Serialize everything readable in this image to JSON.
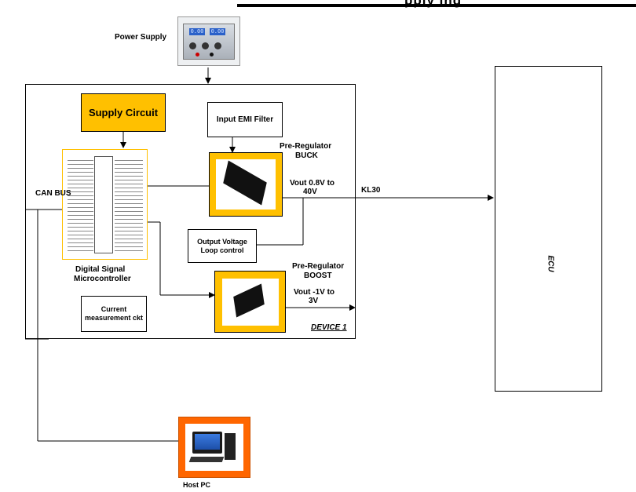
{
  "header": {
    "title_fragment": "pply ing"
  },
  "power_supply": {
    "label": "Power Supply",
    "display_left": "0.00",
    "display_right": "0.00"
  },
  "supply_circuit": {
    "label": "Supply Circuit"
  },
  "emi_filter": {
    "label": "Input EMI Filter"
  },
  "buck": {
    "title_line1": "Pre-Regulator",
    "title_line2": "BUCK",
    "vout_line1": "Vout  0.8V to",
    "vout_line2": "40V"
  },
  "boost": {
    "title_line1": "Pre-Regulator",
    "title_line2": "BOOST",
    "vout_line1": "Vout  -1V to",
    "vout_line2": "3V"
  },
  "loop_control": {
    "line1": "Output Voltage",
    "line2": "Loop control"
  },
  "dsp": {
    "line1": "Digital Signal",
    "line2": "Microcontroller"
  },
  "current_measure": {
    "line1": "Current",
    "line2": "measurement ckt"
  },
  "device": {
    "label": "DEVICE 1"
  },
  "can_bus": {
    "label": "CAN BUS"
  },
  "kl30": {
    "label": "KL30"
  },
  "ecu": {
    "label": "ECU"
  },
  "host_pc": {
    "label": "Host PC"
  },
  "colors": {
    "accent_yellow": "#FFC000",
    "pc_orange": "#FF6600",
    "line": "#000000"
  }
}
